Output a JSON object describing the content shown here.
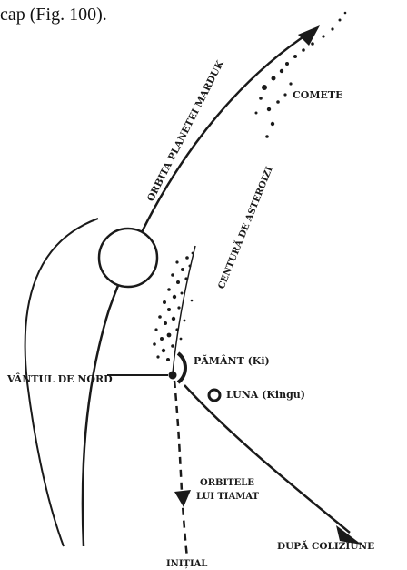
{
  "caption_fragment": "cap (Fig. 100).",
  "labels": {
    "marduk_orbit": "ORBITA PLANETEI MARDUK",
    "comets": "COMETE",
    "asteroid_belt": "CENTURĂ DE ASTEROIZI",
    "earth": "PĂMÂNT (Ki)",
    "north_wind": "VÂNTUL DE NORD",
    "moon": "LUNA (Kingu)",
    "tiamat_orbits_line1": "ORBITELE",
    "tiamat_orbits_line2": "LUI TIAMAT",
    "after_collision": "DUPĂ COLIZIUNE",
    "initial": "INIȚIAL"
  },
  "colors": {
    "ink": "#1a1a1a",
    "paper": "#ffffff"
  }
}
